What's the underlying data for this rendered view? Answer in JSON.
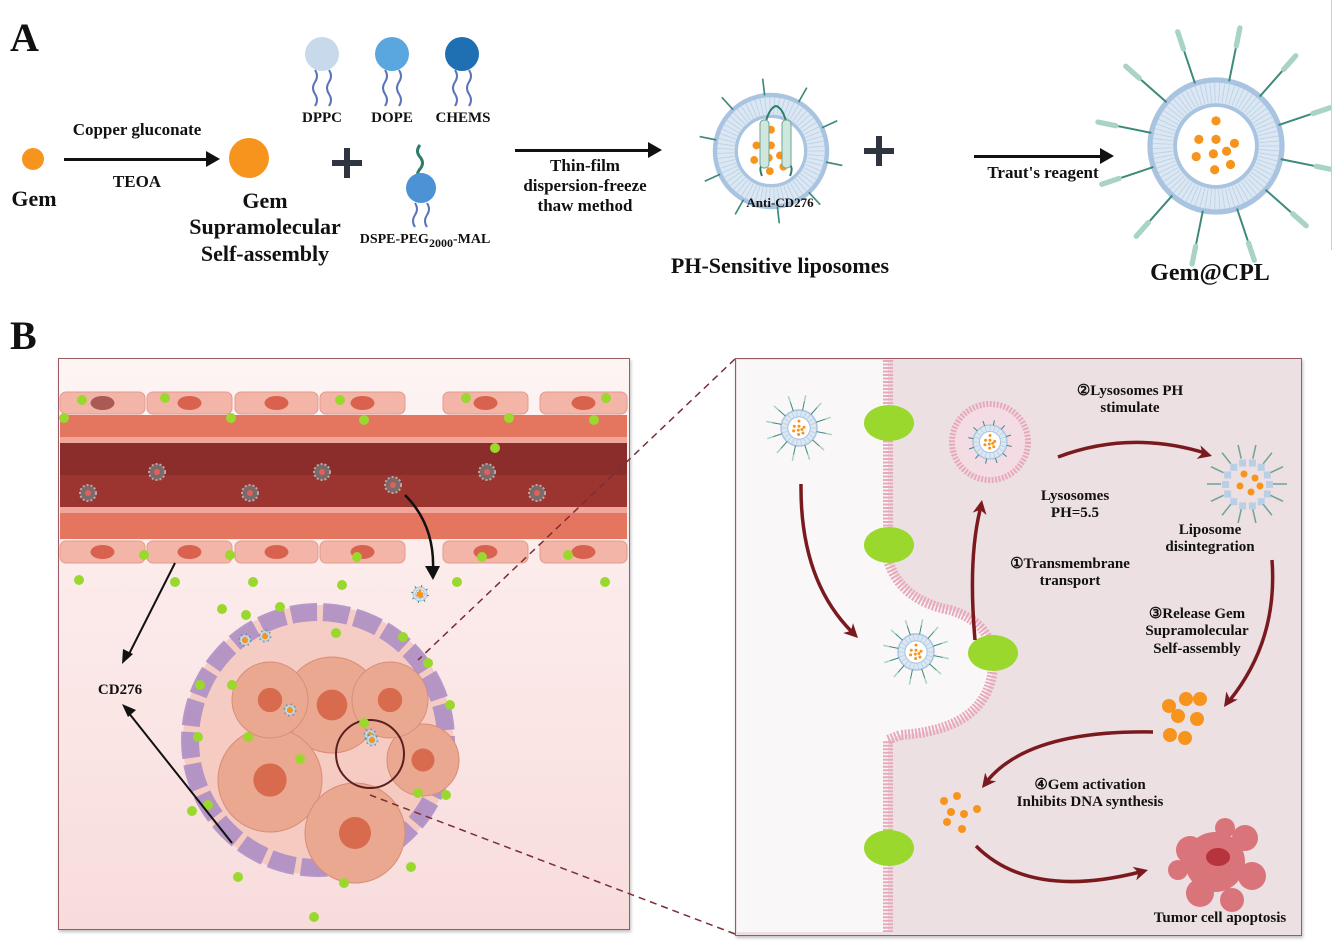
{
  "panel_a": {
    "letter": "A",
    "gem_label": "Gem",
    "arrow1_top": "Copper gluconate",
    "arrow1_bottom": "TEOA",
    "self_assembly_label": [
      "Gem",
      "Supramolecular",
      "Self-assembly"
    ],
    "lipids": [
      {
        "name": "DPPC",
        "color": "#c7d9ea"
      },
      {
        "name": "DOPE",
        "color": "#5aa6df"
      },
      {
        "name": "CHEMS",
        "color": "#1f6fb3"
      }
    ],
    "peg_lipid": {
      "prefix": "DSPE-PEG",
      "subscript": "2000",
      "suffix": "-MAL"
    },
    "arrow2_label": [
      "Thin-film",
      "dispersion-freeze",
      "thaw method"
    ],
    "liposome_label": "PH-Sensitive liposomes",
    "antibody_label": "Anti-CD276",
    "arrow3_label": "Traut's reagent",
    "product_label": "Gem@CPL"
  },
  "panel_b": {
    "letter": "B",
    "cd276_label": "CD276",
    "steps": {
      "step1": [
        "①Transmembrane",
        "transport"
      ],
      "step2": [
        "②Lysosomes PH",
        "stimulate"
      ],
      "lysosome_ph": [
        "Lysosomes",
        "PH=5.5"
      ],
      "disintegration": [
        "Liposome",
        "disintegration"
      ],
      "step3": [
        "③Release Gem",
        "Supramolecular",
        "Self-assembly"
      ],
      "step4": [
        "④Gem activation",
        "Inhibits DNA synthesis"
      ],
      "apoptosis": "Tumor cell apoptosis"
    }
  },
  "colors": {
    "gem_orange": "#f7941d",
    "arrow_dark_red": "#7a1a1f",
    "cd276_green": "#9ad82e",
    "membrane_pink": "#e7a9bb",
    "vessel_dark": "#8b2e2b",
    "vessel_mid": "#e4765f",
    "endothelial": "#f2b5a8",
    "fibroblast_purple": "#a88bc4"
  }
}
